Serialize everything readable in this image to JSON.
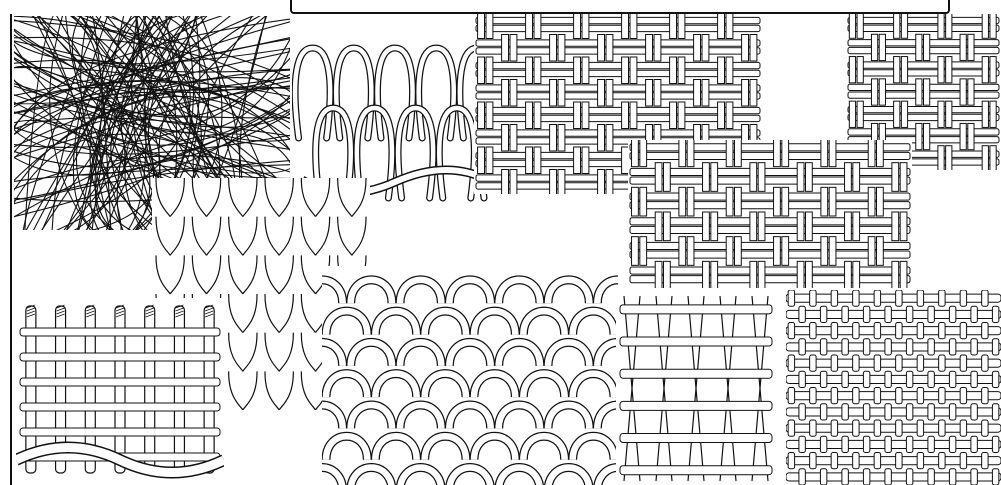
{
  "figure": {
    "subject": "textile-structure-illustrations",
    "swatches": [
      {
        "id": "nonwoven",
        "kind": "random-fiber-web"
      },
      {
        "id": "weft-knit-loops",
        "kind": "knit-loops-top"
      },
      {
        "id": "plain-weave-large",
        "kind": "plain-weave"
      },
      {
        "id": "basket-weave-corner",
        "kind": "basket-weave"
      },
      {
        "id": "rib-knit",
        "kind": "knit-wales"
      },
      {
        "id": "plain-weave-mid",
        "kind": "plain-weave"
      },
      {
        "id": "pile-weave",
        "kind": "pile-weave"
      },
      {
        "id": "jersey-back",
        "kind": "purl-loops"
      },
      {
        "id": "leno-weave",
        "kind": "leno-weave"
      },
      {
        "id": "dense-twill",
        "kind": "dense-weave"
      }
    ]
  },
  "colors": {
    "ink": "#111111",
    "paper": "#ffffff"
  }
}
